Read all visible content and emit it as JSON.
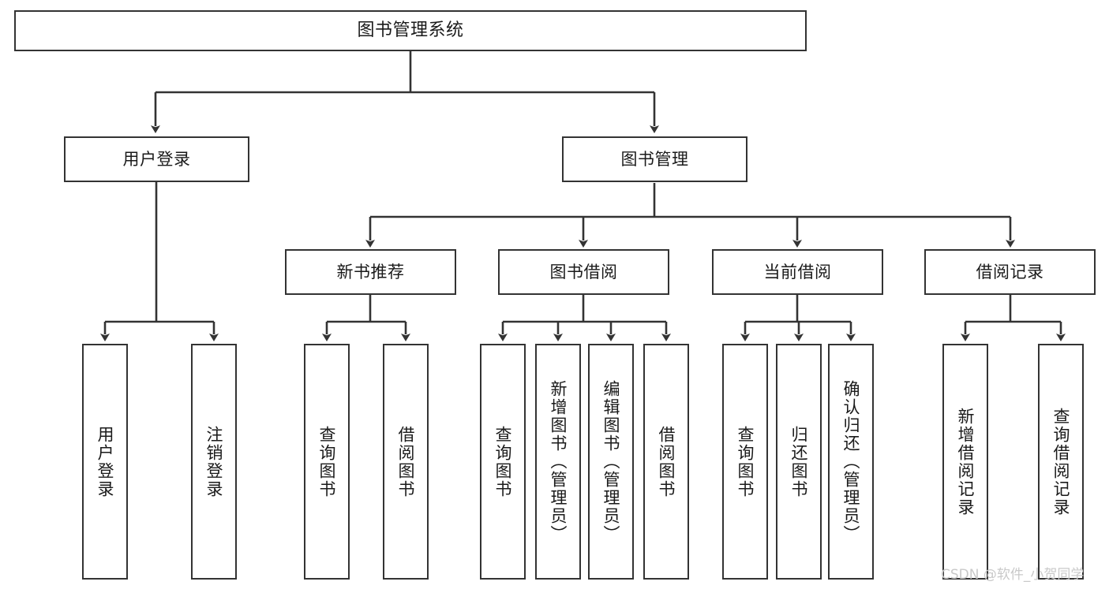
{
  "diagram": {
    "title": "图书管理系统",
    "type": "tree",
    "colors": {
      "box_border": "#333333",
      "box_fill": "#ffffff",
      "edge": "#333333",
      "text": "#1a1a1a",
      "watermark": "#c9c9c9",
      "background": "#ffffff"
    },
    "root": {
      "label": "图书管理系统"
    },
    "level1": [
      {
        "label": "用户登录"
      },
      {
        "label": "图书管理"
      }
    ],
    "level2": [
      {
        "label": "新书推荐"
      },
      {
        "label": "图书借阅"
      },
      {
        "label": "当前借阅"
      },
      {
        "label": "借阅记录"
      }
    ],
    "leaves": {
      "user_login": [
        {
          "label": "用户登录"
        },
        {
          "label": "注销登录"
        }
      ],
      "new_book_recommend": [
        {
          "label": "查询图书"
        },
        {
          "label": "借阅图书"
        }
      ],
      "book_borrow": [
        {
          "label": "查询图书"
        },
        {
          "label": "新增图书（管理员）"
        },
        {
          "label": "编辑图书（管理员）"
        },
        {
          "label": "借阅图书"
        }
      ],
      "current_borrow": [
        {
          "label": "查询图书"
        },
        {
          "label": "归还图书"
        },
        {
          "label": "确认归还（管理员）"
        }
      ],
      "borrow_record": [
        {
          "label": "新增借阅记录"
        },
        {
          "label": "查询借阅记录"
        }
      ]
    }
  },
  "watermark": {
    "text": "CSDN @软件_小贺同学"
  }
}
